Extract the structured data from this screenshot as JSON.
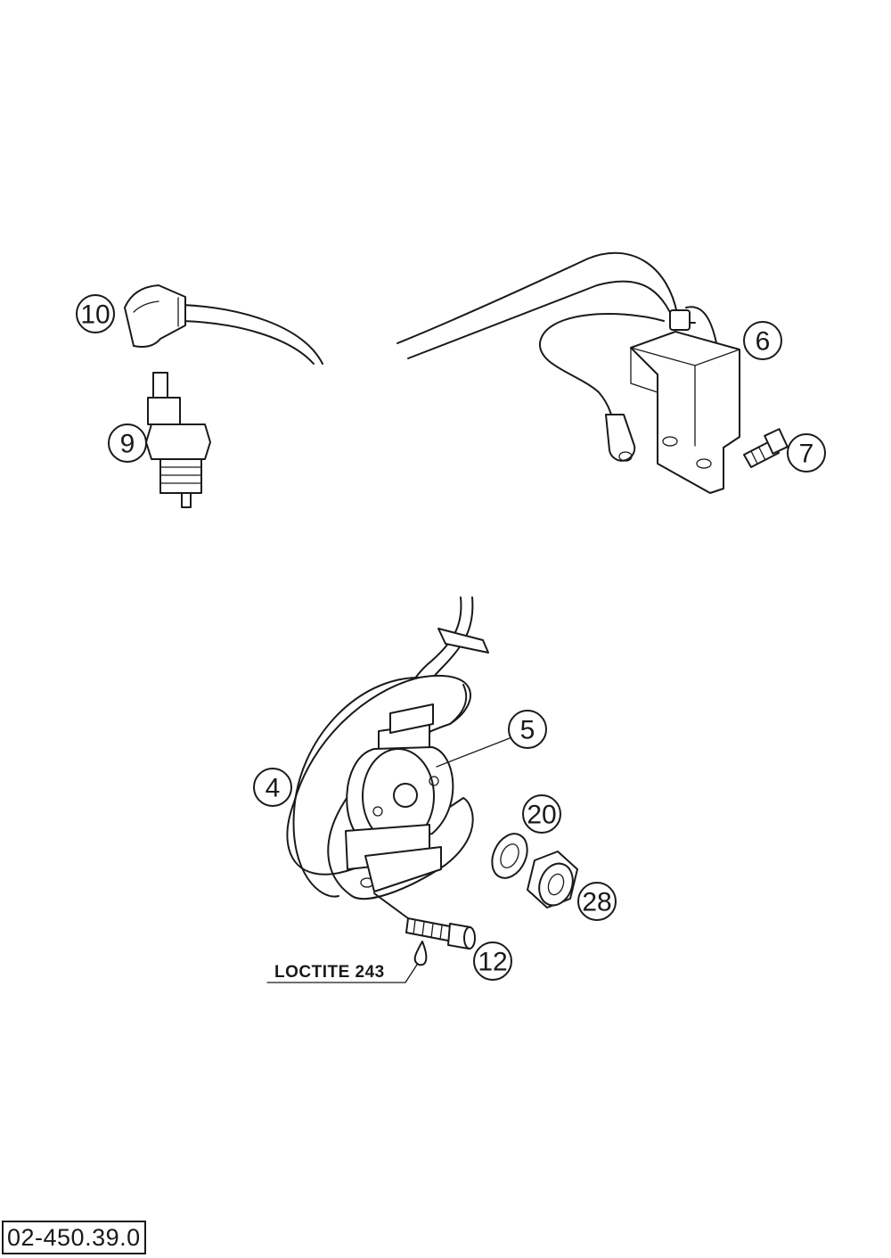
{
  "drawing_number": "02-450.39.0",
  "note": "LOCTITE 243",
  "callouts": {
    "c10": "10",
    "c9": "9",
    "c6": "6",
    "c7": "7",
    "c5": "5",
    "c4": "4",
    "c20": "20",
    "c28": "28",
    "c12": "12"
  }
}
